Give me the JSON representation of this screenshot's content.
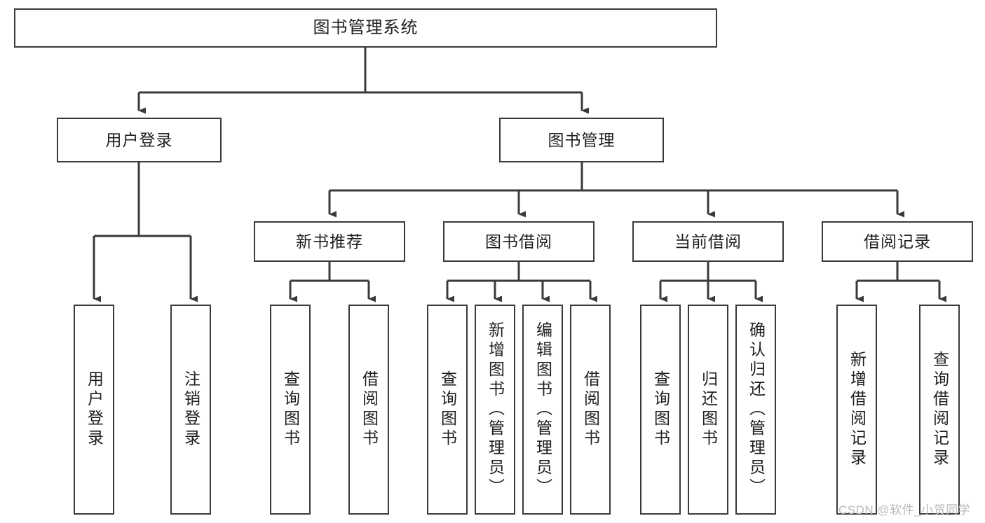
{
  "diagram": {
    "type": "tree-hierarchy",
    "title": "图书管理系统",
    "watermark": "CSDN @软件_小贺同学",
    "colors": {
      "box_border": "#3a3a3a",
      "box_fill": "#ffffff",
      "connector": "#3a3a3a",
      "text": "#1f1f1f",
      "watermark": "#b9b9b9"
    },
    "root": {
      "label": "图书管理系统"
    },
    "level2": [
      {
        "key": "user_login",
        "label": "用户登录"
      },
      {
        "key": "book_manage",
        "label": "图书管理"
      }
    ],
    "level3": [
      {
        "key": "new_book_rec",
        "label": "新书推荐",
        "parent": "book_manage"
      },
      {
        "key": "book_borrow",
        "label": "图书借阅",
        "parent": "book_manage"
      },
      {
        "key": "current_borrow",
        "label": "当前借阅",
        "parent": "book_manage"
      },
      {
        "key": "borrow_record",
        "label": "借阅记录",
        "parent": "book_manage"
      }
    ],
    "leaves": [
      {
        "key": "leaf-1",
        "label": "用户登录",
        "parent": "user_login"
      },
      {
        "key": "leaf-2",
        "label": "注销登录",
        "parent": "user_login"
      },
      {
        "key": "leaf-3",
        "label": "查询图书",
        "parent": "new_book_rec"
      },
      {
        "key": "leaf-4",
        "label": "借阅图书",
        "parent": "new_book_rec"
      },
      {
        "key": "leaf-5",
        "label": "查询图书",
        "parent": "book_borrow"
      },
      {
        "key": "leaf-6",
        "label": "新增图书（管理员）",
        "parent": "book_borrow"
      },
      {
        "key": "leaf-7",
        "label": "编辑图书（管理员）",
        "parent": "book_borrow"
      },
      {
        "key": "leaf-8",
        "label": "借阅图书",
        "parent": "book_borrow"
      },
      {
        "key": "leaf-9",
        "label": "查询图书",
        "parent": "current_borrow"
      },
      {
        "key": "leaf-10",
        "label": "归还图书",
        "parent": "current_borrow"
      },
      {
        "key": "leaf-11",
        "label": "确认归还（管理员）",
        "parent": "current_borrow"
      },
      {
        "key": "leaf-12",
        "label": "新增借阅记录",
        "parent": "borrow_record"
      },
      {
        "key": "leaf-13",
        "label": "查询借阅记录",
        "parent": "borrow_record"
      }
    ]
  }
}
